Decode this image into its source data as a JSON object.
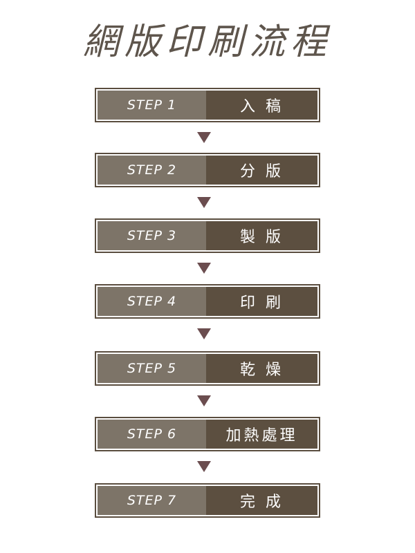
{
  "title": "網版印刷流程",
  "steps": [
    {
      "label": "STEP 1",
      "name": "入 稿"
    },
    {
      "label": "STEP 2",
      "name": "分 版"
    },
    {
      "label": "STEP 3",
      "name": "製 版"
    },
    {
      "label": "STEP 4",
      "name": "印 刷"
    },
    {
      "label": "STEP 5",
      "name": "乾 燥"
    },
    {
      "label": "STEP 6",
      "name": "加熱處理"
    },
    {
      "label": "STEP 7",
      "name": "完 成"
    }
  ]
}
